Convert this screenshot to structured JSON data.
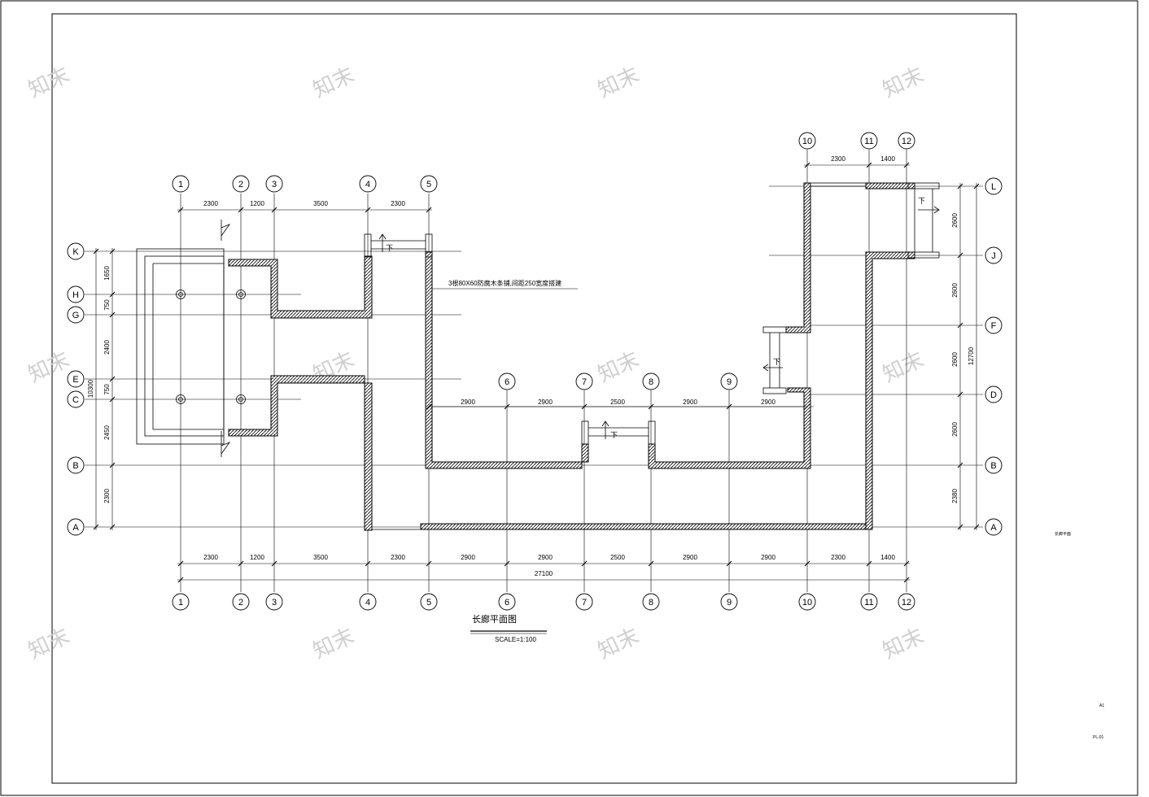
{
  "drawing": {
    "title": "长廊平面图",
    "scale": "SCALE=1:100",
    "annotation": "3根80X60防腐木条铺,间距250宽度搭建",
    "side_label": "长廊平面",
    "sheet_size": "A1",
    "sheet_number": "PL-01",
    "watermark": "知末"
  },
  "axes": {
    "columns": [
      "1",
      "2",
      "3",
      "4",
      "5",
      "6",
      "7",
      "8",
      "9",
      "10",
      "11",
      "12"
    ],
    "rows": [
      "K",
      "H",
      "G",
      "E",
      "C",
      "B",
      "A",
      "L",
      "J",
      "F",
      "D"
    ]
  },
  "dimensions": {
    "bottom": [
      "2300",
      "1200",
      "3500",
      "2300",
      "2900",
      "2900",
      "2500",
      "2900",
      "2900",
      "2300",
      "1400"
    ],
    "bottom_total": "27100",
    "top_left": [
      "2300",
      "1200",
      "3500",
      "2300"
    ],
    "top_right": [
      "2300",
      "1400"
    ],
    "middle": [
      "2900",
      "2900",
      "2500",
      "2900",
      "2900"
    ],
    "left": [
      "1650",
      "750",
      "2400",
      "750",
      "2450",
      "2300"
    ],
    "left_total": "10300",
    "right": [
      "2600",
      "2600",
      "2600",
      "2600",
      "2380"
    ],
    "right_total": "12700"
  },
  "stair_arrows": [
    "下",
    "下",
    "下",
    "下"
  ]
}
